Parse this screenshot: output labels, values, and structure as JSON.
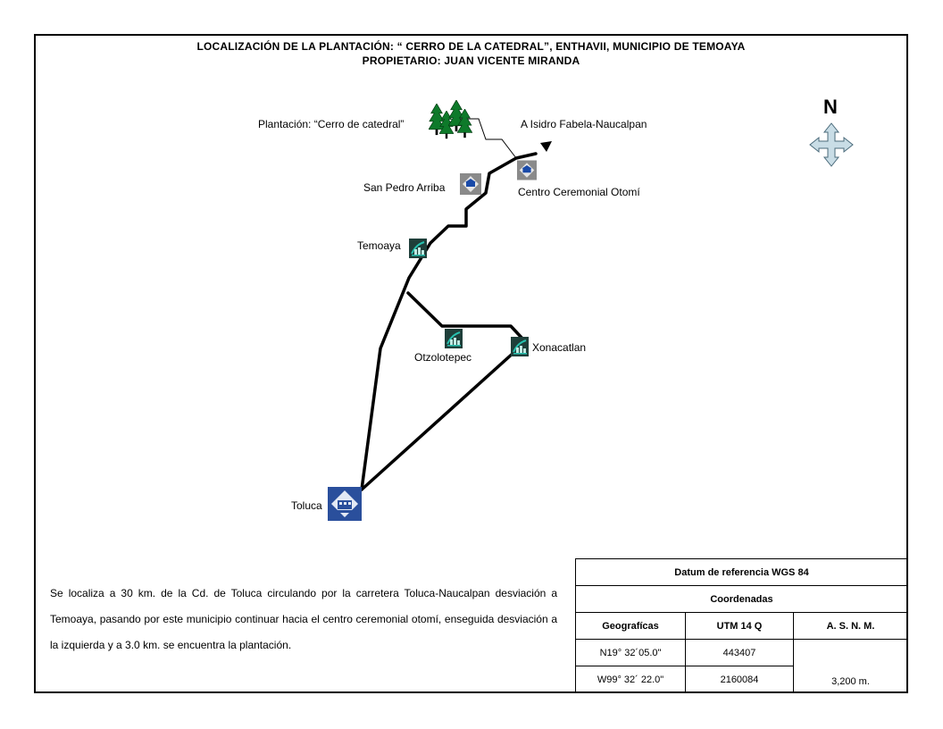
{
  "header": {
    "line1": "LOCALIZACIÓN DE LA PLANTACIÓN: “ CERRO DE LA CATEDRAL”, ENTHAVII, MUNICIPIO DE TEMOAYA",
    "line2": "PROPIETARIO: JUAN VICENTE MIRANDA"
  },
  "map": {
    "north_label": "N",
    "places": {
      "plantacion": "Plantación: “Cerro  de catedral”",
      "isidro": "A Isidro Fabela-Naucalpan",
      "san_pedro": "San Pedro Arriba",
      "centro": "Centro Ceremonial Otomí",
      "temoaya": "Temoaya",
      "xonacatlan": "Xonacatlan",
      "otzolotepec": "Otzolotepec",
      "toluca": "Toluca"
    },
    "icons": {
      "tree": "pine-tree-icon",
      "town": "town-symbol-icon",
      "city": "city-symbol-icon",
      "compass": "compass-arrows-icon"
    },
    "colors": {
      "tree": "#0e7a2a",
      "town_icon_bg": "#1f3f3a",
      "town_icon_accent": "#27c2b0",
      "village_icon_bg": "#8a8a8a",
      "city_icon_bg": "#2a4f9c",
      "compass_fill": "#c9dde6"
    }
  },
  "description": "Se localiza a 30 km. de la Cd. de Toluca circulando por la carretera Toluca-Naucalpan desviación a Temoaya, pasando por este municipio continuar hacia el centro ceremonial otomí, enseguida desviación a la izquierda  y  a 3.0 km.  se encuentra la plantación.",
  "coordinates": {
    "datum": "Datum de referencia WGS 84",
    "subtitle": "Coordenadas",
    "headers": [
      "Geografícas",
      "UTM 14 Q",
      "A. S. N. M."
    ],
    "rows": [
      [
        "N19° 32´05.0\"",
        "443407"
      ],
      [
        "W99° 32´ 22.0\"",
        "2160084"
      ]
    ],
    "altitude": "3,200 m."
  }
}
